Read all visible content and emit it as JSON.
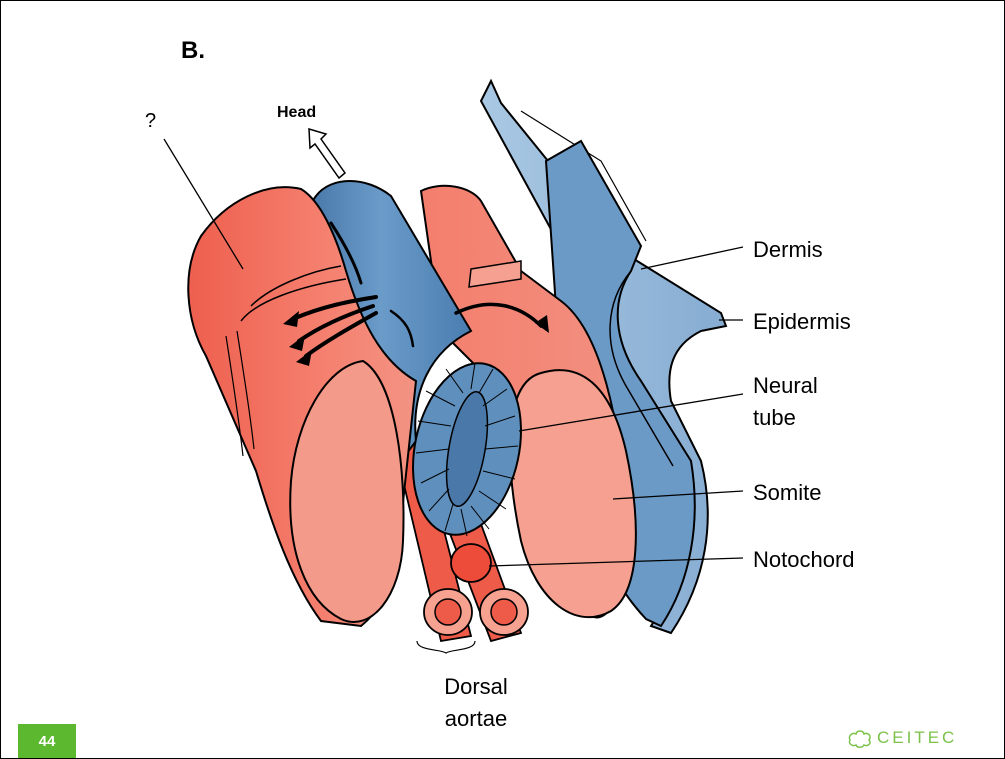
{
  "slide": {
    "title": "B.",
    "page_number": "44",
    "logo_text": "CEITEC",
    "colors": {
      "muscle_red": "#f07464",
      "muscle_light": "#f7a191",
      "tube_blue": "#5f8fbd",
      "skin_blue": "#9dbedc",
      "accent_green": "#5cb82f"
    }
  },
  "figure": {
    "labels": {
      "question": "?",
      "head": "Head",
      "dermis": "Dermis",
      "epidermis": "Epidermis",
      "neural_line1": "Neural",
      "neural_line2": "tube",
      "somite": "Somite",
      "notochord": "Notochord",
      "aortae_line1": "Dorsal",
      "aortae_line2": "aortae"
    }
  }
}
